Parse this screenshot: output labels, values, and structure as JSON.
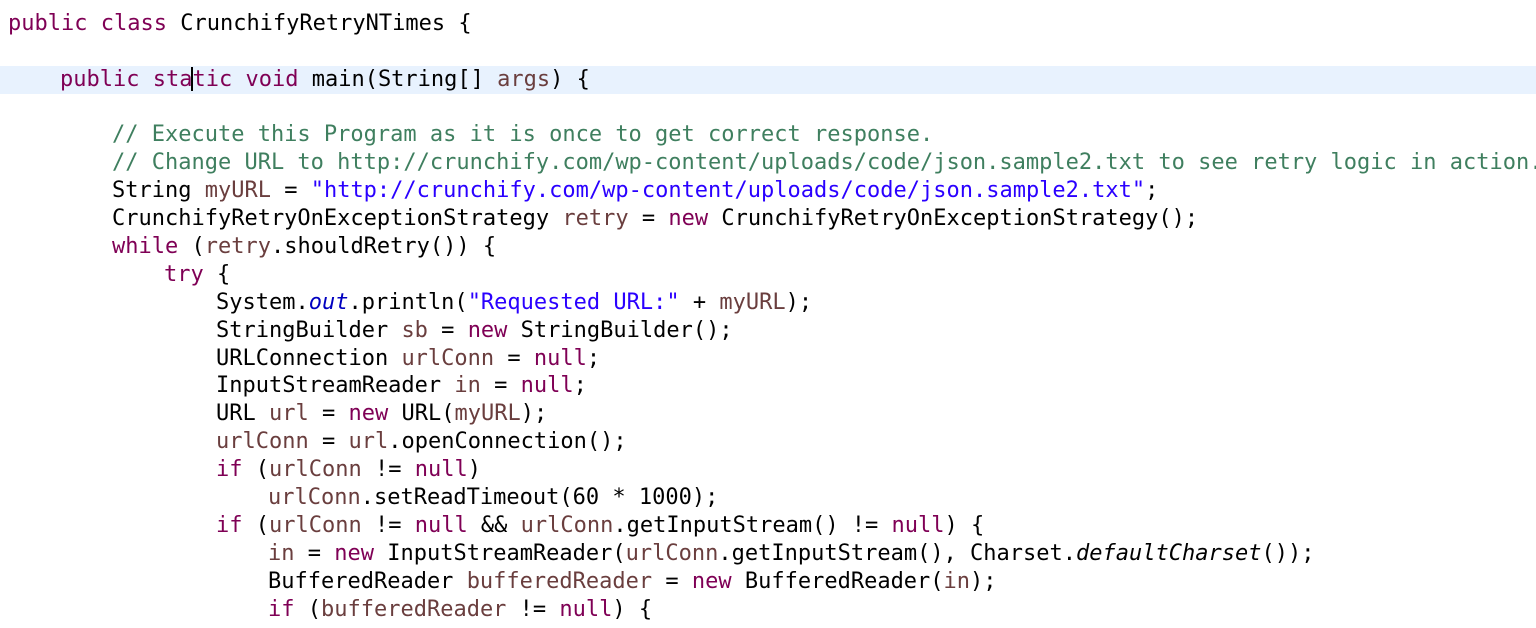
{
  "editor": {
    "language": "java",
    "colors": {
      "keyword": "#7f0055",
      "comment": "#3f7f5f",
      "string": "#2a00ff",
      "local_variable": "#6a3e3e",
      "static_field": "#0000c0",
      "current_line": "#e8f2fe"
    },
    "lines": [
      {
        "tokens": [
          {
            "t": "public",
            "c": "kw"
          },
          {
            "t": " "
          },
          {
            "t": "class",
            "c": "kw"
          },
          {
            "t": " CrunchifyRetryNTimes {"
          }
        ]
      },
      {
        "tokens": []
      },
      {
        "current": true,
        "caret_after_token": 2,
        "tokens": [
          {
            "t": "public",
            "c": "kw"
          },
          {
            "t": " "
          },
          {
            "t": "sta",
            "c": "kw"
          },
          {
            "t": "tic",
            "c": "kw"
          },
          {
            "t": " "
          },
          {
            "t": "void",
            "c": "kw"
          },
          {
            "t": " main(String[] "
          },
          {
            "t": "args",
            "c": "var"
          },
          {
            "t": ") {"
          }
        ]
      },
      {
        "tokens": []
      },
      {
        "tokens": [
          {
            "t": "// Execute this Program as it is once to get correct response.",
            "c": "cm"
          }
        ]
      },
      {
        "tokens": [
          {
            "t": "// Change URL to http://crunchify.com/wp-content/uploads/code/json.sample2.txt to see retry logic in action..",
            "c": "cm"
          }
        ]
      },
      {
        "tokens": [
          {
            "t": "String "
          },
          {
            "t": "myURL",
            "c": "var"
          },
          {
            "t": " = "
          },
          {
            "t": "\"http://crunchify.com/wp-content/uploads/code/json.sample2.txt\"",
            "c": "st"
          },
          {
            "t": ";"
          }
        ]
      },
      {
        "tokens": [
          {
            "t": "CrunchifyRetryOnExceptionStrategy "
          },
          {
            "t": "retry",
            "c": "var"
          },
          {
            "t": " = "
          },
          {
            "t": "new",
            "c": "kw"
          },
          {
            "t": " CrunchifyRetryOnExceptionStrategy();"
          }
        ]
      },
      {
        "tokens": [
          {
            "t": "while",
            "c": "kw"
          },
          {
            "t": " ("
          },
          {
            "t": "retry",
            "c": "var"
          },
          {
            "t": ".shouldRetry()) {"
          }
        ]
      },
      {
        "tokens": [
          {
            "t": "try",
            "c": "kw"
          },
          {
            "t": " {"
          }
        ]
      },
      {
        "tokens": [
          {
            "t": "System."
          },
          {
            "t": "out",
            "c": "fld"
          },
          {
            "t": ".println("
          },
          {
            "t": "\"Requested URL:\"",
            "c": "st"
          },
          {
            "t": " + "
          },
          {
            "t": "myURL",
            "c": "var"
          },
          {
            "t": ");"
          }
        ]
      },
      {
        "tokens": [
          {
            "t": "StringBuilder "
          },
          {
            "t": "sb",
            "c": "var"
          },
          {
            "t": " = "
          },
          {
            "t": "new",
            "c": "kw"
          },
          {
            "t": " StringBuilder();"
          }
        ]
      },
      {
        "tokens": [
          {
            "t": "URLConnection "
          },
          {
            "t": "urlConn",
            "c": "var"
          },
          {
            "t": " = "
          },
          {
            "t": "null",
            "c": "kw"
          },
          {
            "t": ";"
          }
        ]
      },
      {
        "tokens": [
          {
            "t": "InputStreamReader "
          },
          {
            "t": "in",
            "c": "var"
          },
          {
            "t": " = "
          },
          {
            "t": "null",
            "c": "kw"
          },
          {
            "t": ";"
          }
        ]
      },
      {
        "tokens": [
          {
            "t": "URL "
          },
          {
            "t": "url",
            "c": "var"
          },
          {
            "t": " = "
          },
          {
            "t": "new",
            "c": "kw"
          },
          {
            "t": " URL("
          },
          {
            "t": "myURL",
            "c": "var"
          },
          {
            "t": ");"
          }
        ]
      },
      {
        "tokens": [
          {
            "t": "urlConn",
            "c": "var"
          },
          {
            "t": " = "
          },
          {
            "t": "url",
            "c": "var"
          },
          {
            "t": ".openConnection();"
          }
        ]
      },
      {
        "tokens": [
          {
            "t": "if",
            "c": "kw"
          },
          {
            "t": " ("
          },
          {
            "t": "urlConn",
            "c": "var"
          },
          {
            "t": " != "
          },
          {
            "t": "null",
            "c": "kw"
          },
          {
            "t": ")"
          }
        ]
      },
      {
        "tokens": [
          {
            "t": "urlConn",
            "c": "var"
          },
          {
            "t": ".setReadTimeout(60 * 1000);"
          }
        ]
      },
      {
        "tokens": [
          {
            "t": "if",
            "c": "kw"
          },
          {
            "t": " ("
          },
          {
            "t": "urlConn",
            "c": "var"
          },
          {
            "t": " != "
          },
          {
            "t": "null",
            "c": "kw"
          },
          {
            "t": " && "
          },
          {
            "t": "urlConn",
            "c": "var"
          },
          {
            "t": ".getInputStream() != "
          },
          {
            "t": "null",
            "c": "kw"
          },
          {
            "t": ") {"
          }
        ]
      },
      {
        "tokens": [
          {
            "t": "in",
            "c": "var"
          },
          {
            "t": " = "
          },
          {
            "t": "new",
            "c": "kw"
          },
          {
            "t": " InputStreamReader("
          },
          {
            "t": "urlConn",
            "c": "var"
          },
          {
            "t": ".getInputStream(), Charset."
          },
          {
            "t": "defaultCharset",
            "c": "it"
          },
          {
            "t": "());"
          }
        ]
      },
      {
        "tokens": [
          {
            "t": "BufferedReader "
          },
          {
            "t": "bufferedReader",
            "c": "var"
          },
          {
            "t": " = "
          },
          {
            "t": "new",
            "c": "kw"
          },
          {
            "t": " BufferedReader("
          },
          {
            "t": "in",
            "c": "var"
          },
          {
            "t": ");"
          }
        ]
      },
      {
        "tokens": [
          {
            "t": "if",
            "c": "kw"
          },
          {
            "t": " ("
          },
          {
            "t": "bufferedReader",
            "c": "var"
          },
          {
            "t": " != "
          },
          {
            "t": "null",
            "c": "kw"
          },
          {
            "t": ") {"
          }
        ]
      }
    ]
  }
}
